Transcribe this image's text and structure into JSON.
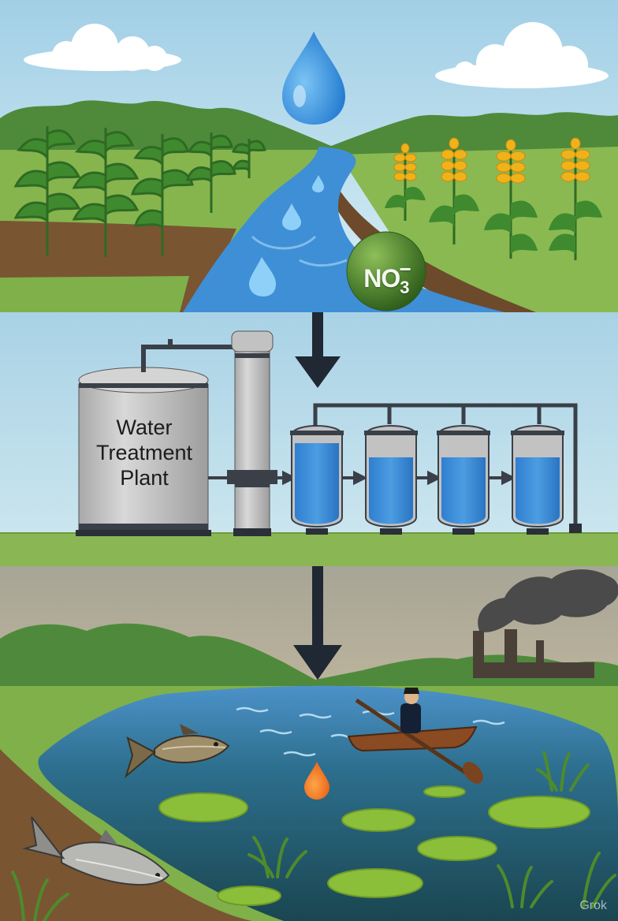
{
  "plant_label": {
    "line1": "Water",
    "line2": "Treatment",
    "line3": "Plant"
  },
  "nitrate": {
    "base": "NO",
    "subscript": "3",
    "charge": "−"
  },
  "watermark": "Grok",
  "colors": {
    "sky_top": "#a9d3e8",
    "sky_mid": "#d5ecf3",
    "field_green": "#7fb04a",
    "soil": "#7a5532",
    "river_blue": "#3f8fd6",
    "tank_grey": "#c9c9c9",
    "filter_blue": "#3f8fd8",
    "arrow_dark": "#1f2833",
    "lake_dark": "#1f4f5a",
    "algae_green": "#8bbf3a",
    "sunset_sky": "#c7bba2",
    "smoke": "#4a4a4a"
  }
}
